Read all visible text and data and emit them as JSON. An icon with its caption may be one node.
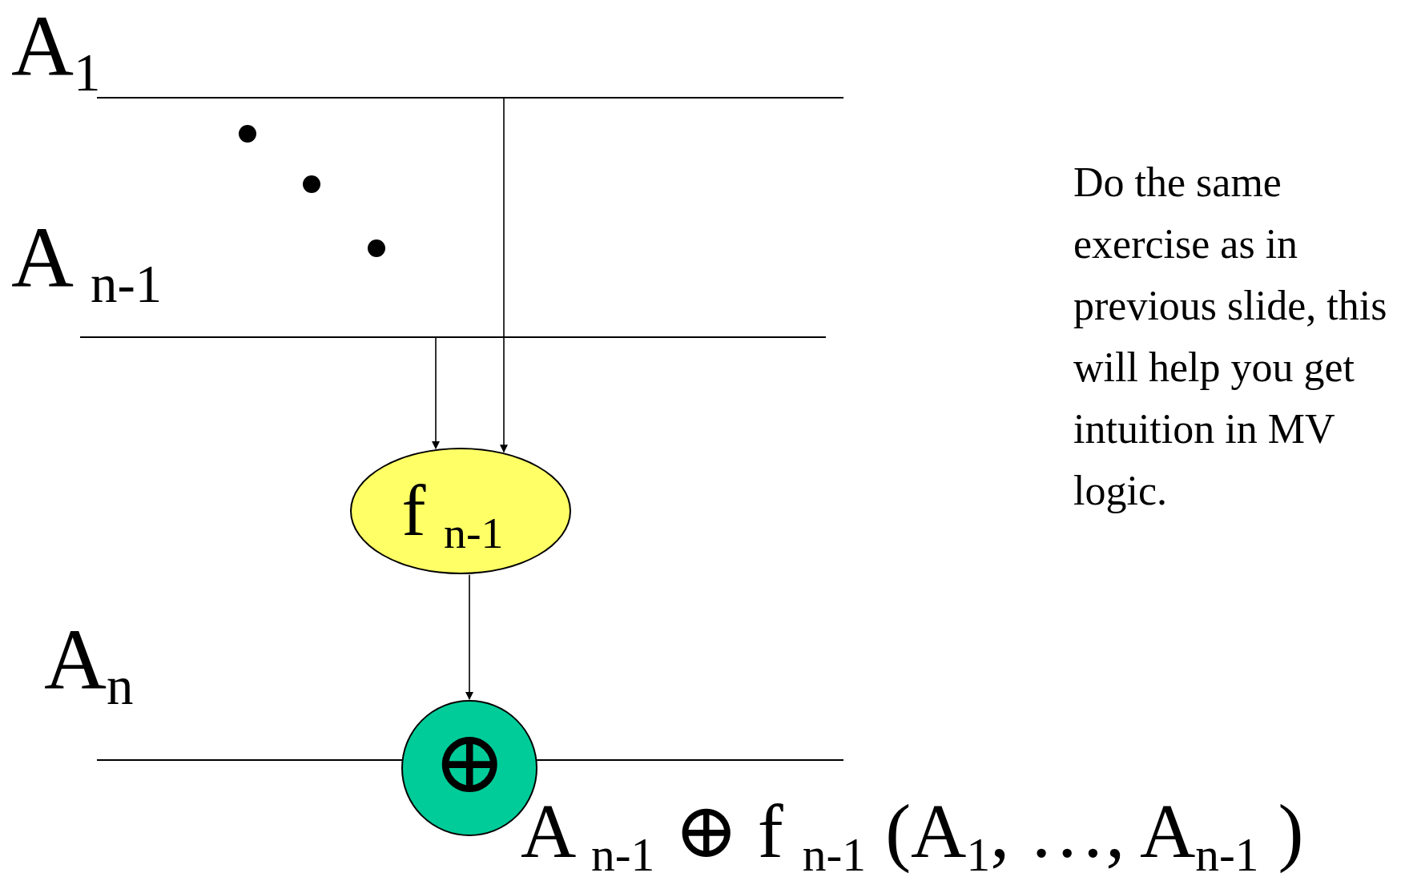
{
  "diagram": {
    "nodes": [
      {
        "text": [
          "A$_{1}$"
        ]
      },
      {
        "text": [
          "A $_{n-1}$"
        ]
      },
      {
        "text": [
          "f $_{n-1}$"
        ]
      },
      {
        "text": [
          "⊕"
        ]
      },
      {
        "text": [
          "A$_{n}$"
        ]
      }
    ],
    "edges": [
      {
        "from": 0,
        "to": 2,
        "arrow": "to"
      },
      {
        "from": 1,
        "to": 2,
        "arrow": "to"
      },
      {
        "from": 2,
        "to": 3,
        "arrow": "to"
      }
    ],
    "labels": [
      "Do the same exercise as in previous slide, this will help you get intuition in MV logic.",
      "A $_{n-1}$ ⊕ f $_{n-1}$ (A$_{1}$, …, A$_{n-1}$ )"
    ]
  }
}
